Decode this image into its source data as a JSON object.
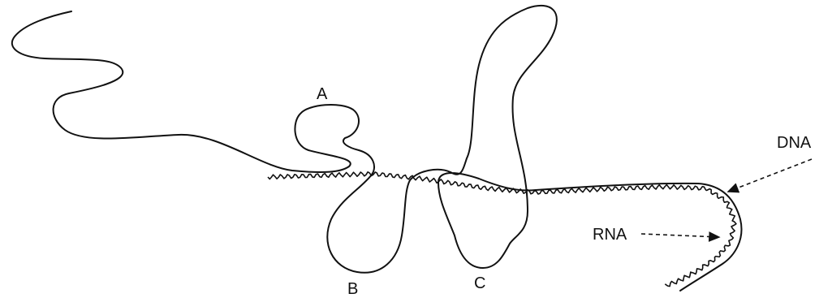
{
  "labels": {
    "loop_a": "A",
    "loop_b": "B",
    "loop_c": "C",
    "dna": "DNA",
    "rna": "RNA"
  }
}
